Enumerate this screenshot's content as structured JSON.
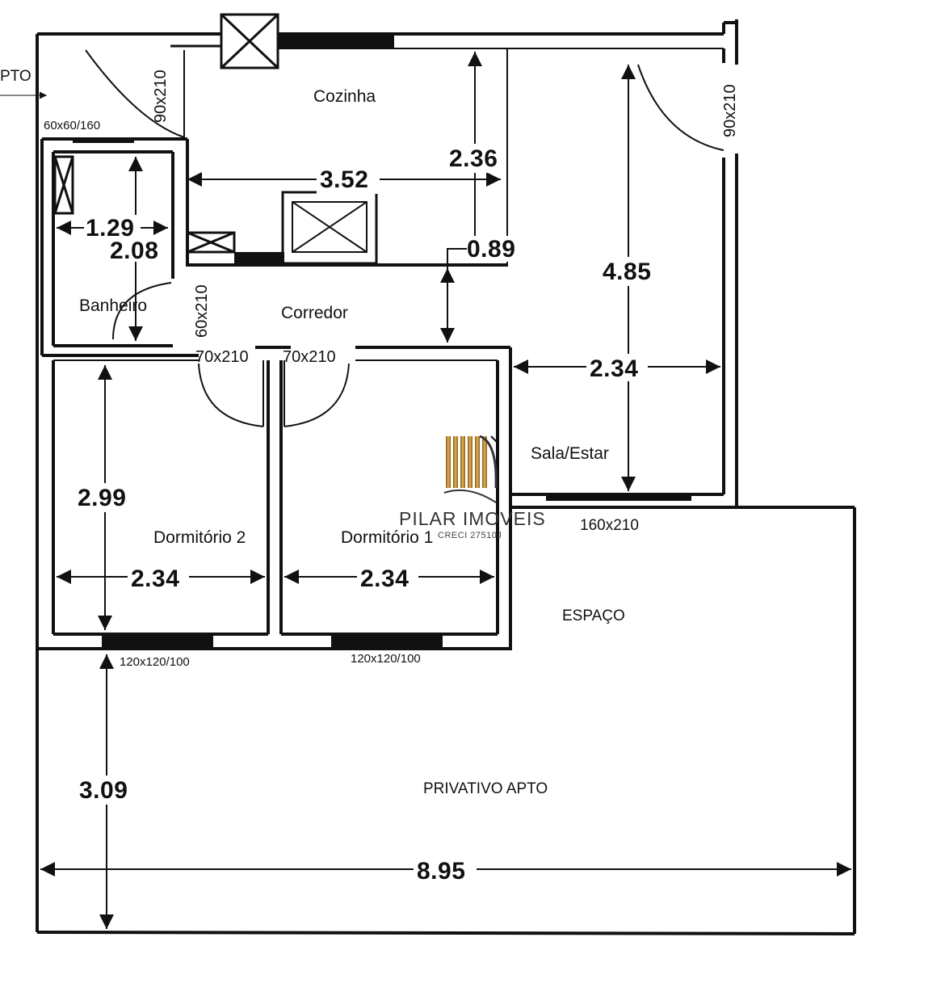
{
  "plan": {
    "rooms": {
      "cozinha": "Cozinha",
      "banheiro": "Banheiro",
      "corredor": "Corredor",
      "sala": "Sala/Estar",
      "dorm2": "Dormitório 2",
      "dorm1": "Dormitório 1",
      "espaco": "ESPAÇO",
      "privativo": "PRIVATIVO APTO",
      "entrance": "PTO"
    },
    "dimensions": {
      "cozinha_width": "3.52",
      "cozinha_height": "2.36",
      "banheiro_width": "1.29",
      "banheiro_height": "2.08",
      "corredor_height": "0.89",
      "sala_height": "4.85",
      "sala_width": "2.34",
      "dorm2_height": "2.99",
      "dorm2_width": "2.34",
      "dorm1_width": "2.34",
      "privativo_height": "3.09",
      "total_width": "8.95"
    },
    "openings": {
      "entry_door": "90x210",
      "sala_door": "90x210",
      "banheiro_window": "60x60/160",
      "banheiro_door": "60x210",
      "dorm2_door": "70x210",
      "dorm1_door": "70x210",
      "sala_window": "160x210",
      "dorm2_window": "120x120/100",
      "dorm1_window": "120x120/100"
    }
  },
  "watermark": {
    "brand": "PILAR IMOVEIS",
    "creci": "CRECI 27510J",
    "colors": {
      "gold_light": "#d9a94a",
      "gold_dark": "#8a5a14"
    }
  }
}
